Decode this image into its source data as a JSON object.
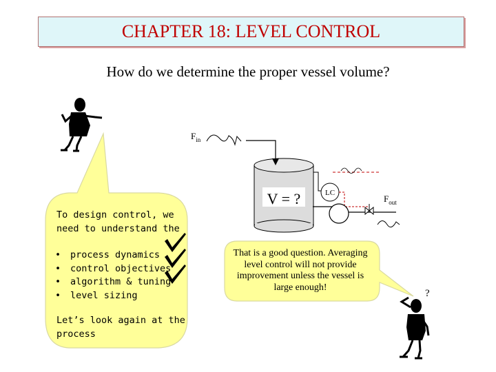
{
  "title": "CHAPTER 18: LEVEL CONTROL",
  "subtitle": "How do we determine the proper vessel volume?",
  "left_callout": {
    "intro": "To design control, we\nneed to understand the",
    "bullets": [
      "process dynamics",
      "control objectives",
      "algorithm & tuning",
      "level sizing"
    ],
    "outro": "Let’s look again at the\nprocess",
    "checkmark_count": 3
  },
  "right_callout": {
    "text": "That is a good question. Averaging level control will not provide improvement unless the vessel is large enough!"
  },
  "process": {
    "f_in": "F",
    "f_in_sub": "in",
    "vessel_label": "V = ?",
    "controller": "LC",
    "f_out": "F",
    "f_out_sub": "out"
  },
  "colors": {
    "title_bg": "#dff6f9",
    "title_text": "#c00000",
    "callout_fill": "#ffff99",
    "vessel_fill": "#dcdcdc",
    "signal_line": "#c00000"
  }
}
